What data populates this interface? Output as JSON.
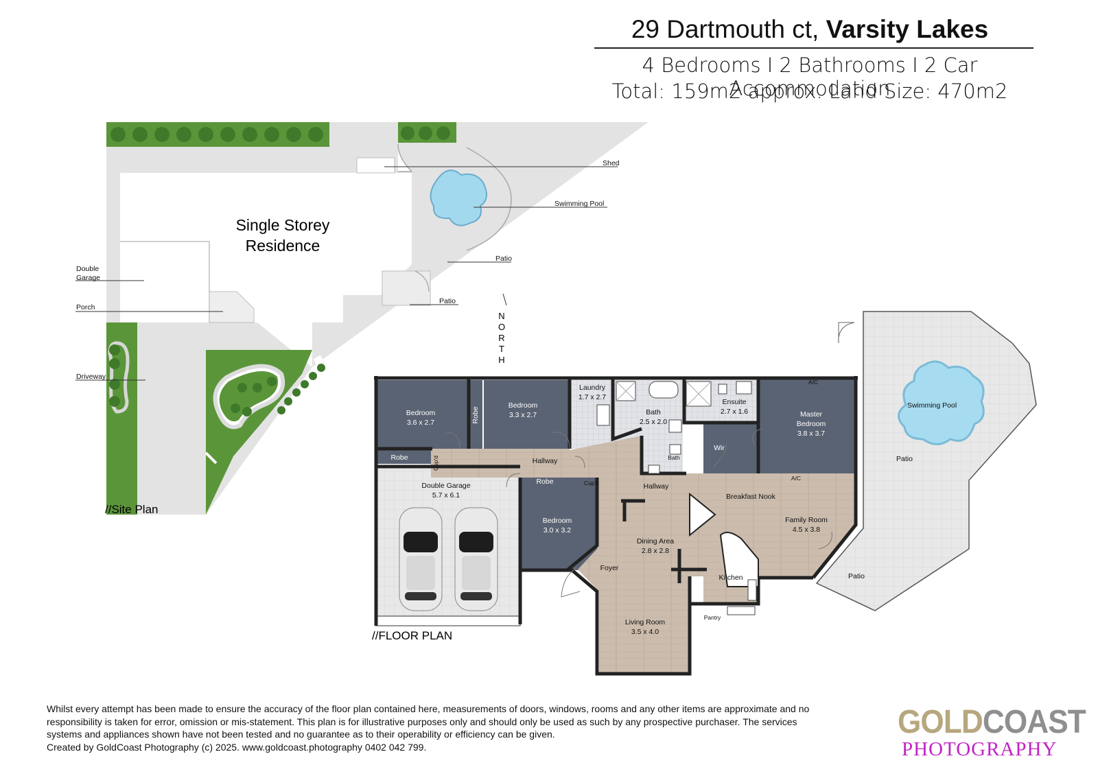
{
  "header": {
    "address": "29 Dartmouth ct, ",
    "suburb": "Varsity Lakes",
    "line1": "4 Bedrooms  I  2 Bathrooms I 2 Car Accommodation",
    "line2": "Total: 159m2 approx. Land Size: 470m2"
  },
  "site_plan": {
    "title": "//Site Plan",
    "residence_line1": "Single Storey",
    "residence_line2": "Residence",
    "labels": {
      "shed": "Shed",
      "pool": "Swimming Pool",
      "patio1": "Patio",
      "patio2": "Patio",
      "garage1": "Double",
      "garage2": "Garage",
      "porch": "Porch",
      "driveway": "Driveway"
    },
    "north": [
      "N",
      "O",
      "R",
      "T",
      "H"
    ]
  },
  "floor_plan": {
    "title": "//FLOOR PLAN",
    "rooms": {
      "bed1": {
        "name": "Bedroom",
        "size": "3.6 x 2.7"
      },
      "bed2": {
        "name": "Bedroom",
        "size": "3.3 x 2.7"
      },
      "laundry": {
        "name": "Laundry",
        "size": "1.7 x 2.7"
      },
      "bath": {
        "name": "Bath",
        "size": "2.5 x 2.0"
      },
      "ensuite": {
        "name": "Ensuite",
        "size": "2.7 x 1.6"
      },
      "master": {
        "name1": "Master",
        "name2": "Bedroom",
        "size": "3.8 x 3.7"
      },
      "garage": {
        "name": "Double Garage",
        "size": "5.7 x 6.1"
      },
      "bed3": {
        "name": "Bedroom",
        "size": "3.0 x 3.2"
      },
      "dining": {
        "name": "Dining Area",
        "size": "2.8 x 2.8"
      },
      "family": {
        "name": "Family Room",
        "size": "4.5 x 3.8"
      },
      "living": {
        "name": "Living Room",
        "size": "3.5 x 4.0"
      }
    },
    "labels": {
      "robe1": "Robe",
      "robe2": "Robe",
      "robe3": "Robe",
      "cupd1": "Cup'd",
      "cupd2": "Cup'd",
      "hallway1": "Hallway",
      "hallway2": "Hallway",
      "bath_small": "Bath",
      "wir": "Wir",
      "ac1": "A/C",
      "ac2": "A/C",
      "nook": "Breakfast Nook",
      "foyer": "Foyer",
      "kitchen": "Kitchen",
      "pantry": "Pantry",
      "pool": "Swimming Pool",
      "patio1": "Patio",
      "patio2": "Patio"
    }
  },
  "disclaimer": [
    "Whilst every attempt has been made to ensure the accuracy of the floor plan contained here, measurements of doors, windows, rooms and any other items are approximate and no",
    "responsibility is taken for error, omission or mis-statement. This plan is for illustrative purposes only and should only be used as such by any prospective purchaser. The services",
    "systems and appliances shown have not been tested and no guarantee as to their operability or efficiency can be given.",
    "Created by GoldCoast Photography (c) 2025.  www.goldcoast.photography 0402 042 799."
  ],
  "logo": {
    "gold": "GOLD",
    "coast": "COAST",
    "photo": "PHOTOGRAPHY"
  },
  "colors": {
    "dark_room": "#5a6373",
    "wood": "#c9b8a8",
    "paving": "#e4e4e4",
    "grass": "#5e9a3c",
    "pool": "#a7dcf0"
  }
}
